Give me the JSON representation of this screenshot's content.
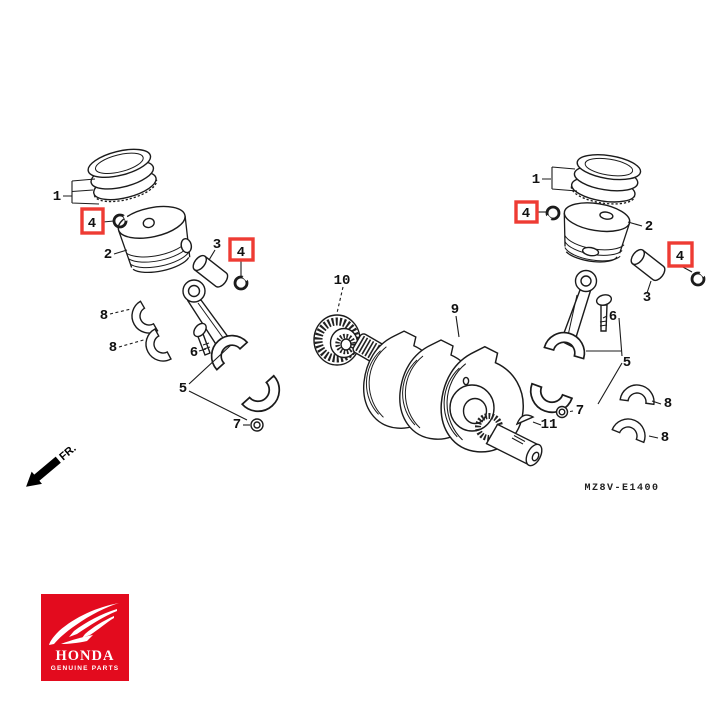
{
  "diagram": {
    "code": "MZ8V-E1400",
    "front_label": "FR.",
    "highlight_color": "#ee3b33",
    "line_color": "#1b1b1b",
    "callouts": [
      {
        "label": "1"
      },
      {
        "label": "4"
      },
      {
        "label": "2"
      },
      {
        "label": "3"
      },
      {
        "label": "4"
      },
      {
        "label": "8"
      },
      {
        "label": "8"
      },
      {
        "label": "6"
      },
      {
        "label": "5"
      },
      {
        "label": "7"
      },
      {
        "label": "10"
      },
      {
        "label": "9"
      },
      {
        "label": "11"
      },
      {
        "label": "1"
      },
      {
        "label": "4"
      },
      {
        "label": "2"
      },
      {
        "label": "3"
      },
      {
        "label": "4"
      },
      {
        "label": "6"
      },
      {
        "label": "5"
      },
      {
        "label": "7"
      },
      {
        "label": "8"
      },
      {
        "label": "8"
      }
    ]
  },
  "logo": {
    "brand": "HONDA",
    "subtitle": "GENUINE PARTS",
    "bg_color": "#e30b1e"
  }
}
